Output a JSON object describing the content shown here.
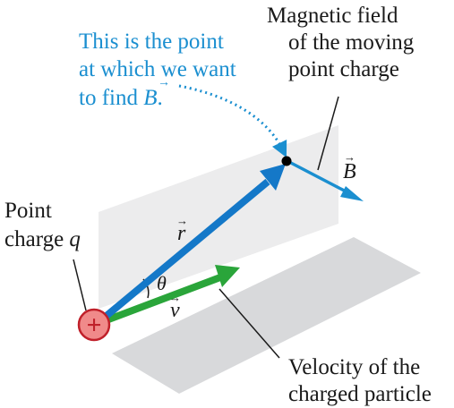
{
  "annotation": {
    "line1": "This is the point",
    "line2": "at which we want",
    "line3_prefix": "to find ",
    "line3_symbol": "B",
    "line3_suffix": "."
  },
  "magnetic_field_label": {
    "line1": "Magnetic field",
    "line2": "of the moving",
    "line3": "point charge"
  },
  "point_charge_label": {
    "line1": "Point",
    "line2_prefix": "charge ",
    "line2_symbol": "q"
  },
  "velocity_label": {
    "line1": "Velocity of the",
    "line2": "charged particle"
  },
  "symbols": {
    "r": "r",
    "v": "v",
    "B": "B",
    "theta": "θ",
    "plus": "+"
  },
  "colors": {
    "r_vector": "#1478c8",
    "v_vector": "#2aa53a",
    "B_vector": "#1b8fd0",
    "annotation": "#1b8fd0",
    "charge_fill": "#f08a8a",
    "charge_stroke": "#c0202a"
  }
}
